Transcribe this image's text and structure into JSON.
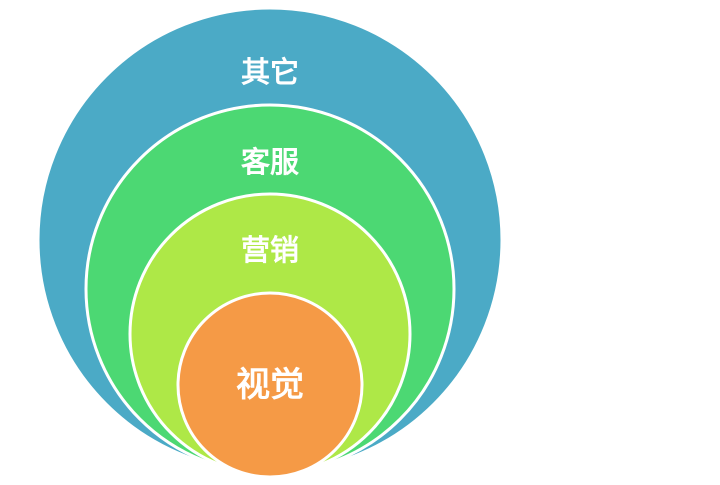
{
  "diagram": {
    "type": "nested-circles",
    "layers": [
      {
        "label": "其它",
        "color": "#4BAAC6"
      },
      {
        "label": "客服",
        "color": "#4CD873"
      },
      {
        "label": "营销",
        "color": "#AEE847"
      },
      {
        "label": "视觉",
        "color": "#F59A46"
      }
    ]
  }
}
